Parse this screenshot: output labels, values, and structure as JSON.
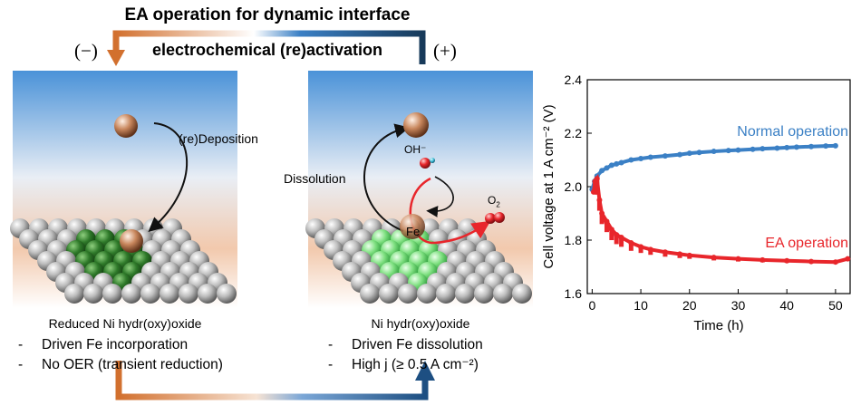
{
  "header": {
    "title": "EA operation for dynamic interface",
    "subtitle": "electrochemical (re)activation",
    "minus": "(−)",
    "plus": "(+)"
  },
  "colors": {
    "orange": "#d2702e",
    "navy": "#173a5a",
    "blue": "#3b80c5",
    "red": "#e8262b",
    "green": "#2f7a2a"
  },
  "left_panel": {
    "label": "(re)Deposition",
    "caption": "Reduced Ni hydr(oxy)oxide",
    "bullets": [
      "Driven Fe incorporation",
      "No OER (transient reduction)"
    ]
  },
  "right_panel": {
    "label_dissolution": "Dissolution",
    "label_oh": "OH⁻",
    "label_fe": "Fe",
    "label_o2": "O",
    "label_o2_sub": "2",
    "caption": "Ni hydr(oxy)oxide",
    "bullets": [
      "Driven Fe dissolution",
      "High j (≥ 0.5 A cm⁻²)"
    ]
  },
  "chart_data": {
    "type": "scatter",
    "xlabel": "Time (h)",
    "ylabel": "Cell voltage at 1 A cm⁻² (V)",
    "xlim": [
      -1,
      53
    ],
    "ylim": [
      1.6,
      2.4
    ],
    "xticks": [
      0,
      10,
      20,
      30,
      40,
      50
    ],
    "yticks": [
      1.6,
      1.8,
      2.0,
      2.2,
      2.4
    ],
    "ytick_labels": [
      "1.6",
      "1.8",
      "2.0",
      "2.2",
      "2.4"
    ],
    "series": [
      {
        "name": "Normal operation",
        "color": "#3b80c5",
        "x": [
          0,
          0.5,
          1,
          2,
          3,
          4,
          5,
          6,
          8,
          10,
          12,
          15,
          18,
          20,
          22,
          25,
          28,
          30,
          33,
          35,
          38,
          40,
          42,
          45,
          48,
          50
        ],
        "y": [
          1.99,
          2.02,
          2.04,
          2.06,
          2.07,
          2.08,
          2.085,
          2.09,
          2.1,
          2.105,
          2.11,
          2.115,
          2.12,
          2.125,
          2.128,
          2.132,
          2.135,
          2.137,
          2.14,
          2.142,
          2.144,
          2.146,
          2.148,
          2.15,
          2.152,
          2.153
        ]
      },
      {
        "name": "EA operation",
        "color": "#e8262b",
        "x": [
          0.3,
          0.6,
          1,
          1.5,
          2,
          3,
          4,
          5,
          6,
          8,
          10,
          12,
          15,
          18,
          20,
          25,
          30,
          35,
          40,
          45,
          50,
          52.5
        ],
        "y": [
          1.98,
          2.02,
          2.03,
          1.95,
          1.9,
          1.87,
          1.84,
          1.82,
          1.81,
          1.79,
          1.775,
          1.765,
          1.755,
          1.748,
          1.743,
          1.735,
          1.73,
          1.726,
          1.723,
          1.72,
          1.718,
          1.73
        ],
        "y_low": [
          1.98,
          1.99,
          1.97,
          1.91,
          1.86,
          1.83,
          1.8,
          1.785,
          1.775,
          1.76,
          1.752,
          1.745,
          1.738,
          1.733,
          1.73,
          1.724,
          1.72,
          1.717,
          1.715,
          1.713,
          1.712,
          1.73
        ]
      }
    ]
  }
}
